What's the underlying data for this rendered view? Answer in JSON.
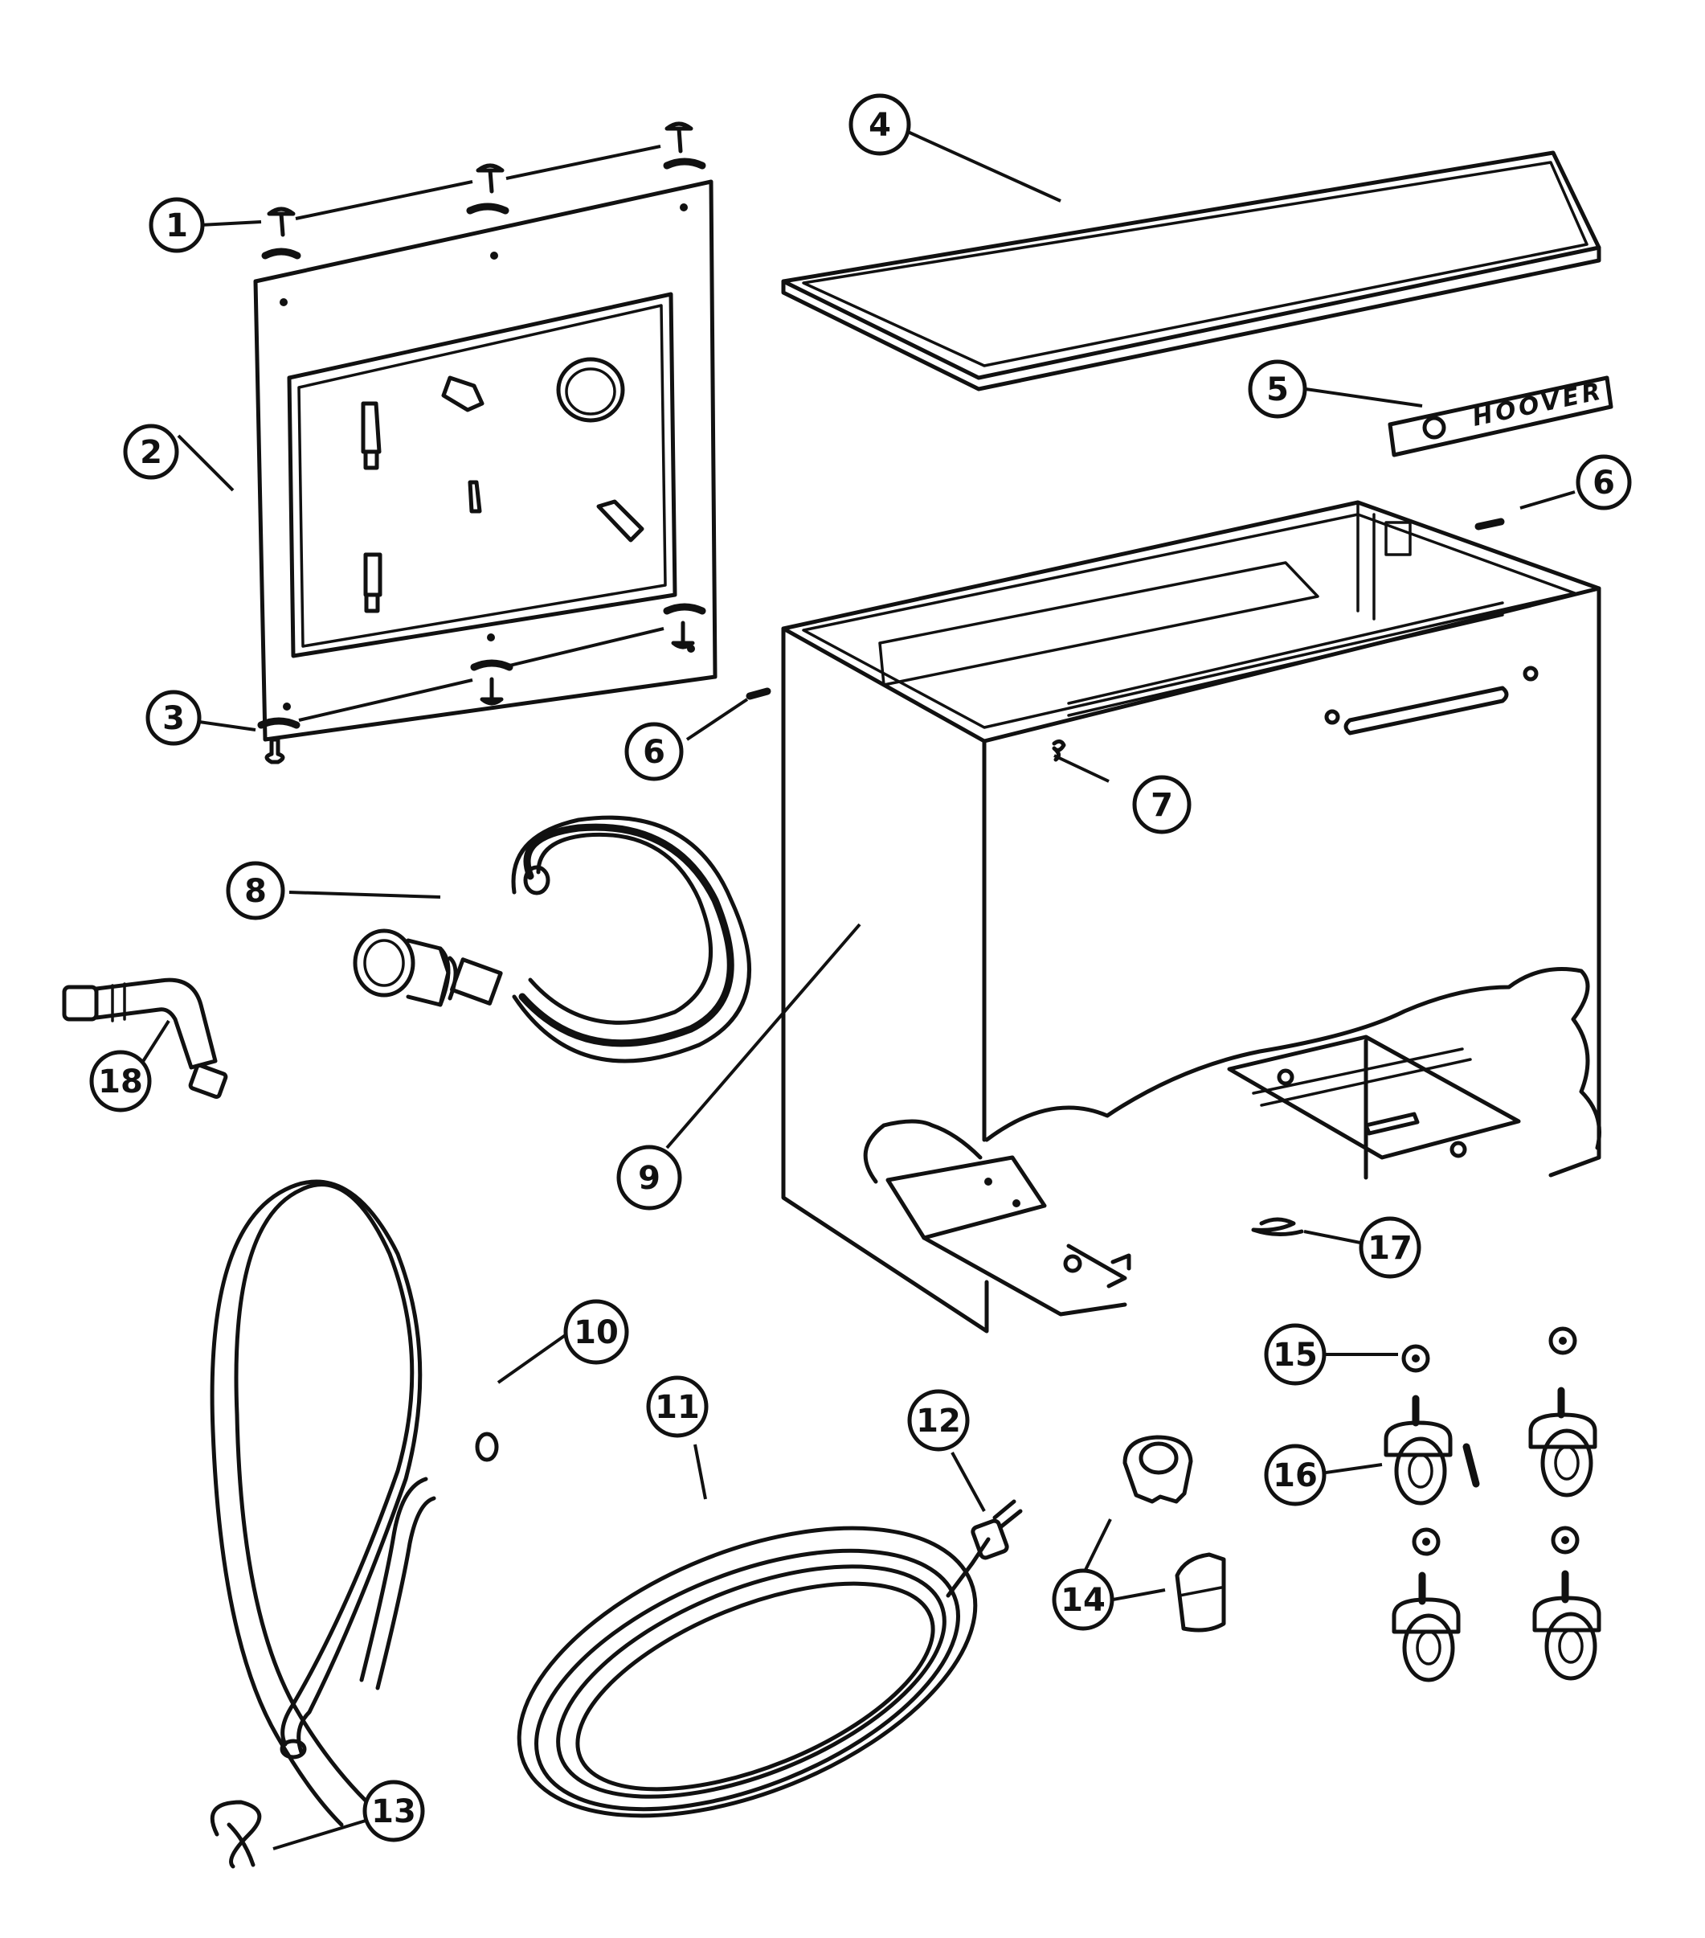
{
  "diagram": {
    "callouts": [
      {
        "id": "1",
        "label": "1"
      },
      {
        "id": "2",
        "label": "2"
      },
      {
        "id": "3",
        "label": "3"
      },
      {
        "id": "4",
        "label": "4"
      },
      {
        "id": "5",
        "label": "5"
      },
      {
        "id": "6",
        "label": "6"
      },
      {
        "id": "6b",
        "label": "6"
      },
      {
        "id": "7",
        "label": "7"
      },
      {
        "id": "8",
        "label": "8"
      },
      {
        "id": "9",
        "label": "9"
      },
      {
        "id": "10",
        "label": "10"
      },
      {
        "id": "11",
        "label": "11"
      },
      {
        "id": "12",
        "label": "12"
      },
      {
        "id": "13",
        "label": "13"
      },
      {
        "id": "14",
        "label": "14"
      },
      {
        "id": "15",
        "label": "15"
      },
      {
        "id": "16",
        "label": "16"
      },
      {
        "id": "17",
        "label": "17"
      },
      {
        "id": "18",
        "label": "18"
      }
    ],
    "nameplate_text": "HOOVER",
    "line_color": "#111111",
    "background_color": "#ffffff"
  }
}
